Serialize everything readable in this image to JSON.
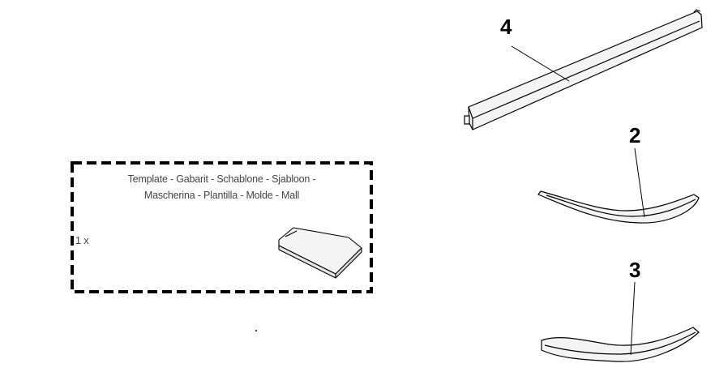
{
  "callouts": {
    "part_4": "4",
    "part_2": "2",
    "part_3": "3"
  },
  "template_box": {
    "line_1": "Template - Gabarit - Schablone - Sjabloon -",
    "line_2": "Mascherina - Plantilla - Molde - Mall",
    "quantity": "1 x"
  },
  "colors": {
    "ink": "#000000",
    "soft_ink": "#444444",
    "part_fill": "#f4f4f4"
  }
}
